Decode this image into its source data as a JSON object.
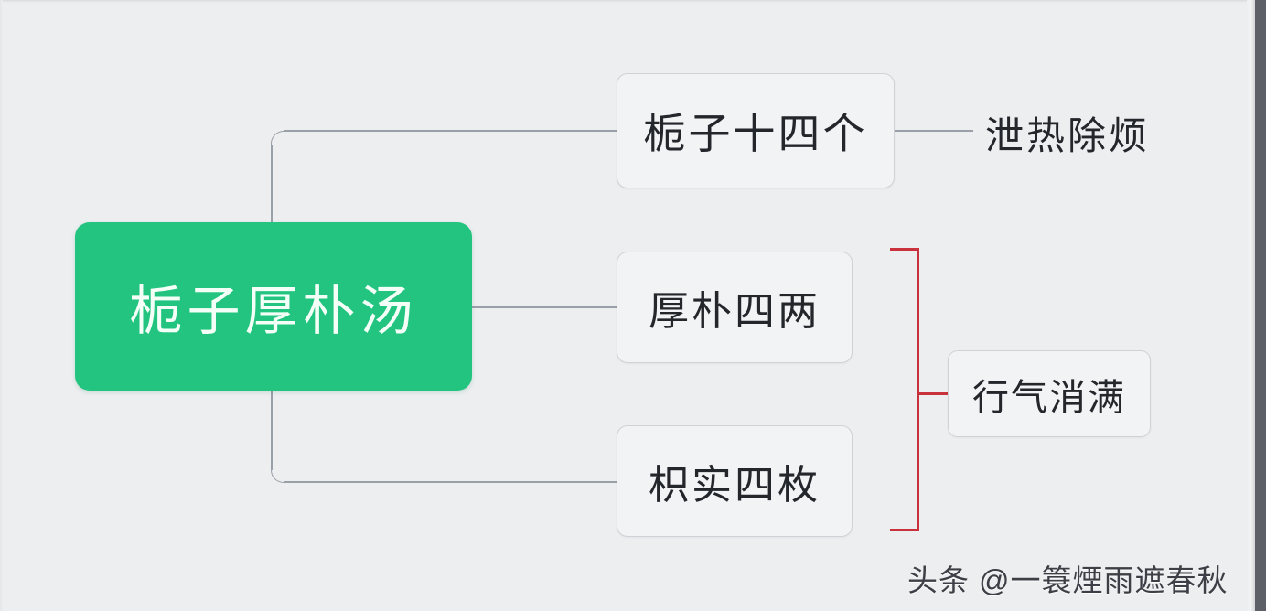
{
  "diagram": {
    "type": "mind-map",
    "background_color": "#eceef0",
    "root": {
      "label": "栀子厚朴汤",
      "color": "#22c480",
      "text_color": "#f4fff7"
    },
    "branches": [
      {
        "label": "栀子十四个",
        "effect": "泄热除烦",
        "effect_style": "plain-text",
        "connector_color": "#9aa0a8"
      },
      {
        "label": "厚朴四两",
        "connector_color": "#9aa0a8"
      },
      {
        "label": "枳实四枚",
        "connector_color": "#9aa0a8"
      }
    ],
    "grouped_effect": {
      "label": "行气消满",
      "bracket_color": "#c9313c",
      "groups": [
        "厚朴四两",
        "枳实四枚"
      ],
      "style": "boxed"
    }
  },
  "watermark": {
    "platform": "头条",
    "handle": "@一簑煙雨遮春秋"
  }
}
